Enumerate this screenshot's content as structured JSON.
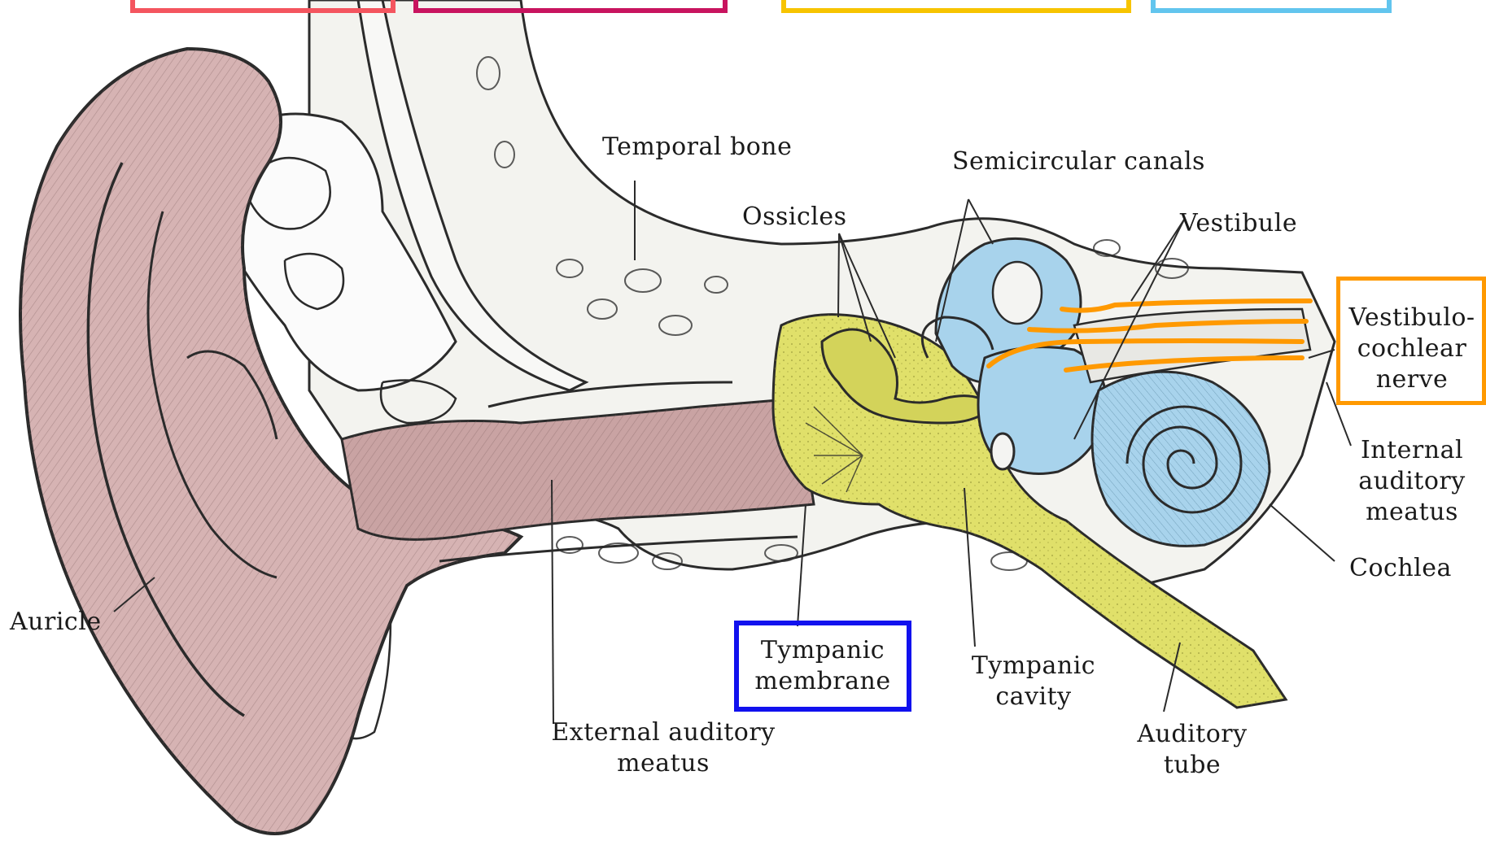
{
  "colors": {
    "skin": "#d7b6b6",
    "skin_dark": "#b48f8f",
    "bone": "#f4f4f2",
    "middle_ear": "#e0e06a",
    "inner_ear": "#a8d3ec",
    "nerve": "#ff9900",
    "box_red": "#f4555f",
    "box_magenta": "#c8145f",
    "box_yellow": "#f7c400",
    "box_lightblue": "#62c5ee",
    "box_blue": "#1111ee",
    "box_orange": "#ff9900"
  },
  "labels": {
    "temporal_bone": "Temporal bone",
    "semicircular_canals": "Semicircular canals",
    "ossicles": "Ossicles",
    "vestibule": "Vestibule",
    "vestibulocochlear_nerve": {
      "l1": "Vestibulo-",
      "l2": "cochlear",
      "l3": "nerve"
    },
    "internal_auditory_meatus": {
      "l1": "Internal",
      "l2": "auditory",
      "l3": "meatus"
    },
    "cochlea": "Cochlea",
    "auricle": "Auricle",
    "tympanic_membrane": {
      "l1": "Tympanic",
      "l2": "membrane"
    },
    "tympanic_cavity": {
      "l1": "Tympanic",
      "l2": "cavity"
    },
    "auditory_tube": {
      "l1": "Auditory",
      "l2": "tube"
    },
    "external_auditory_meatus": {
      "l1": "External auditory",
      "l2": "meatus"
    }
  }
}
